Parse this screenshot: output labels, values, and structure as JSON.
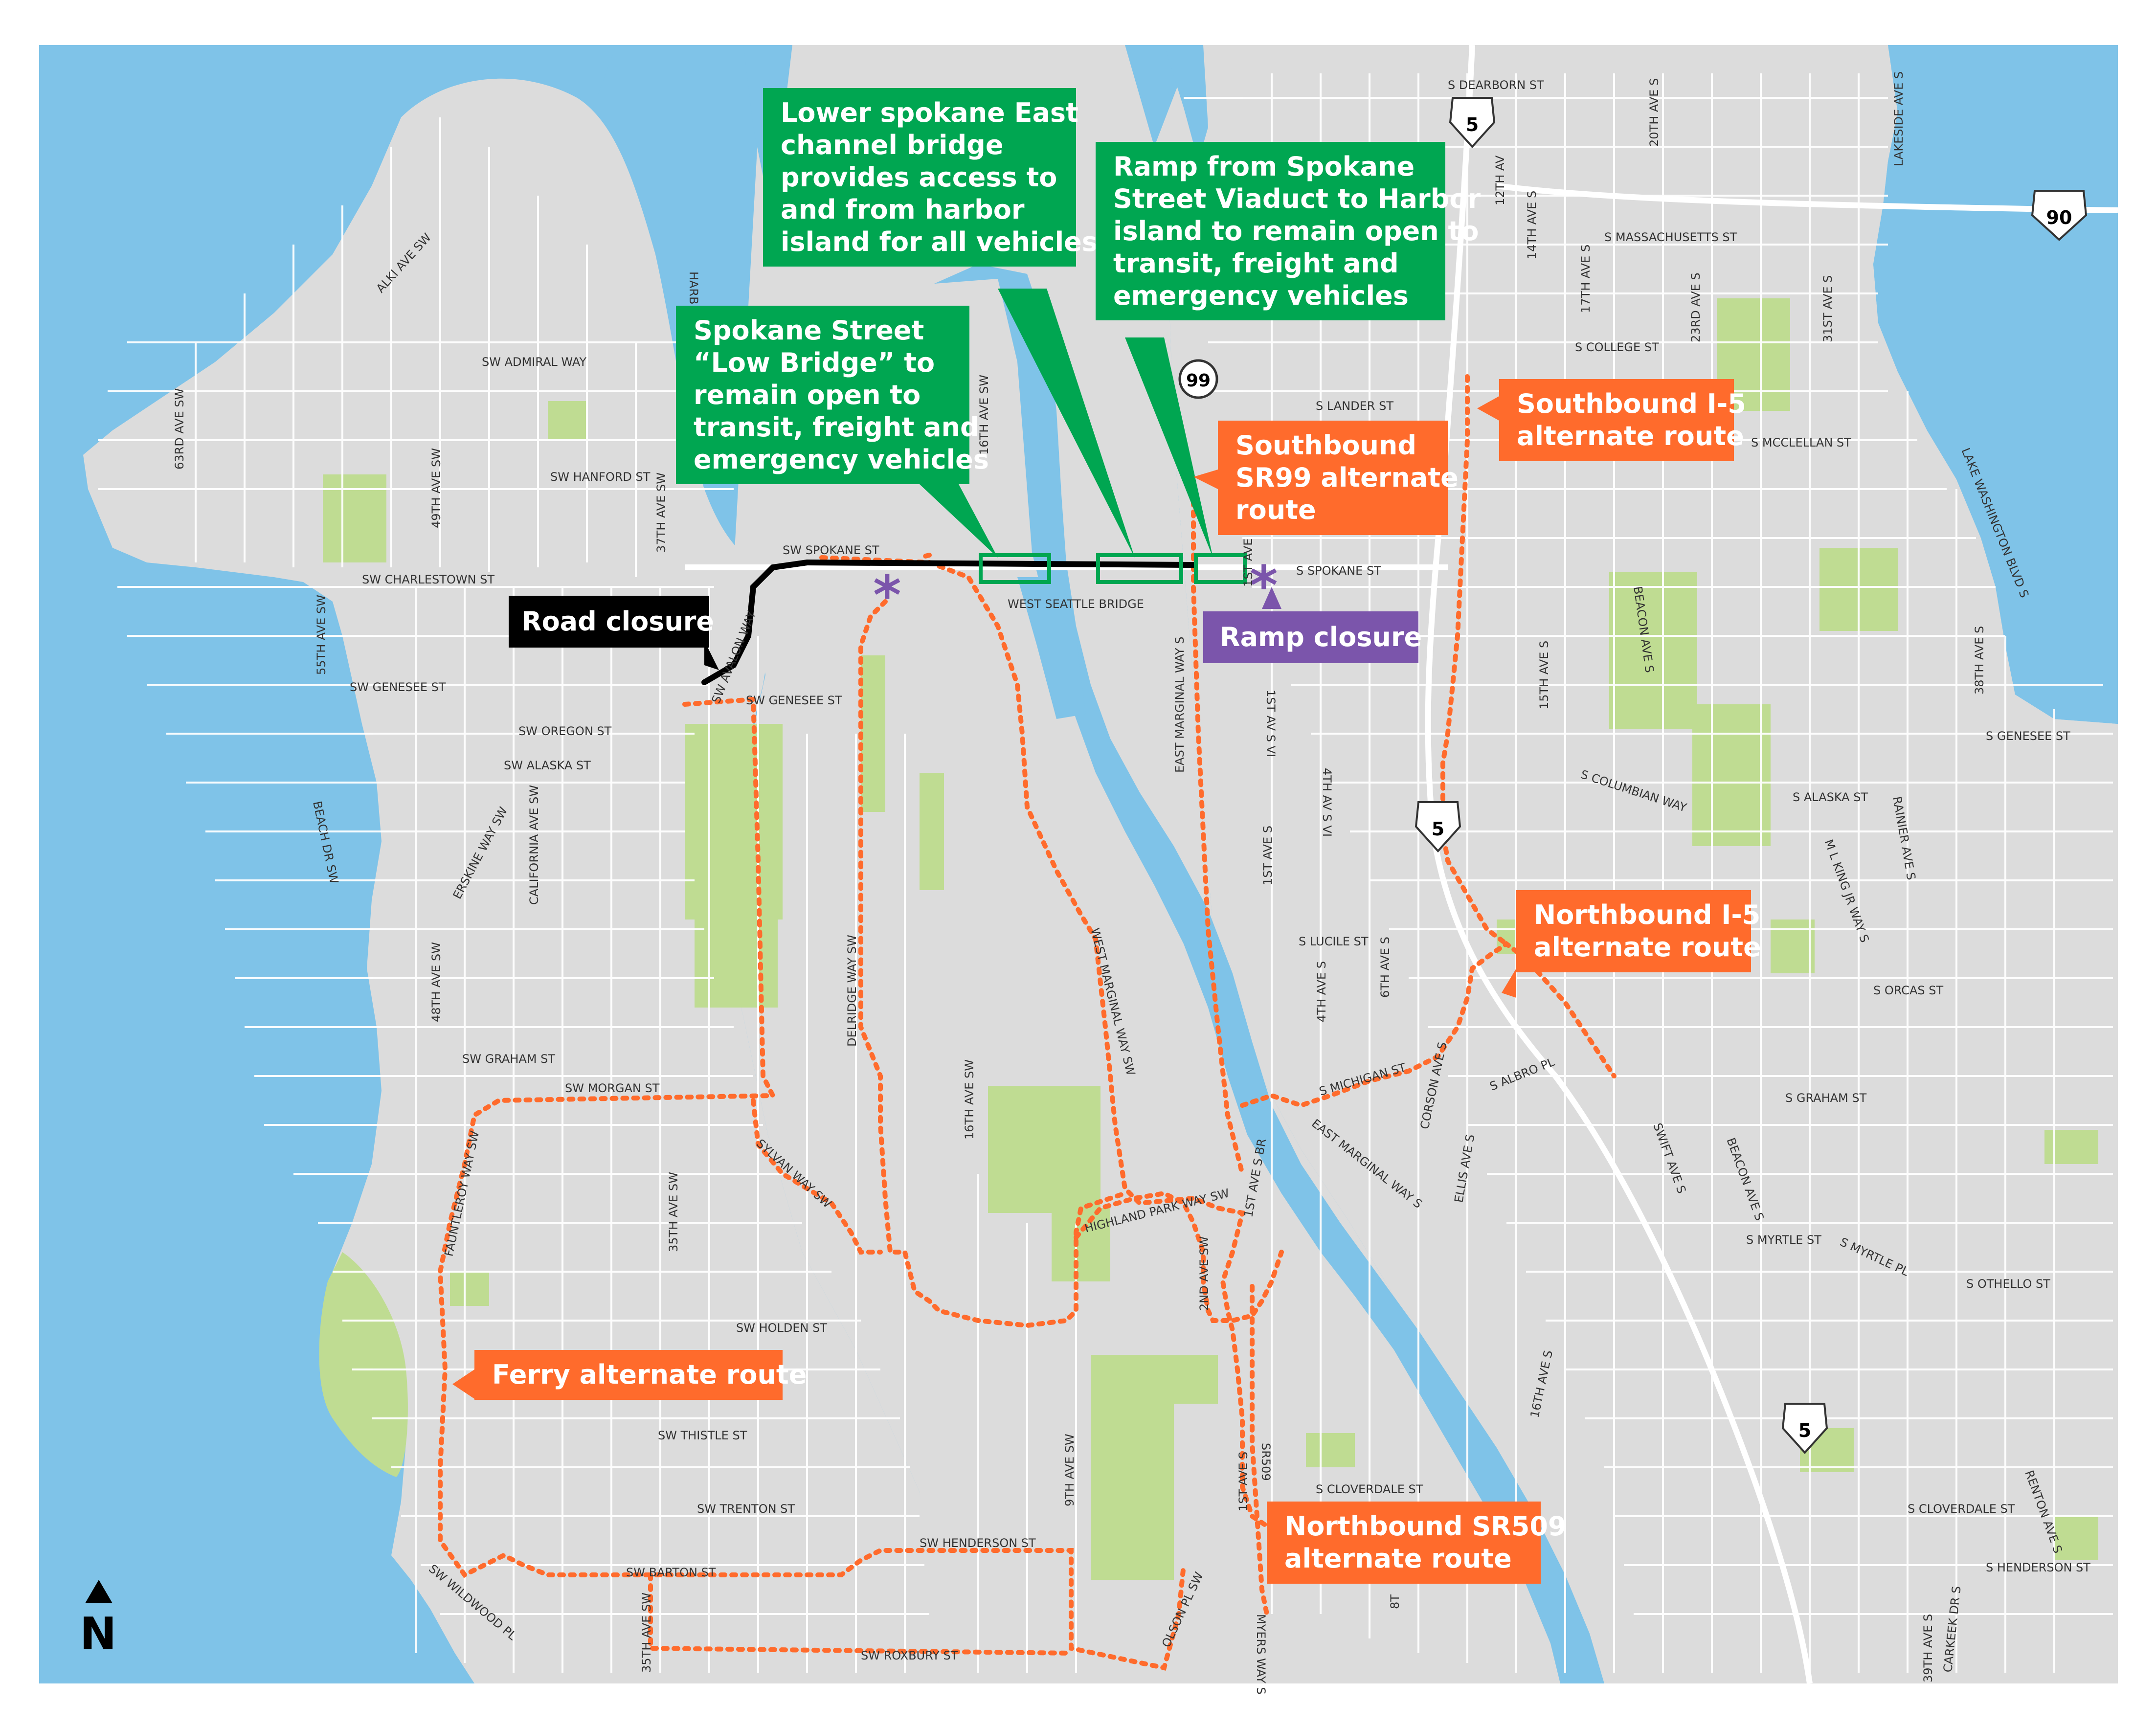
{
  "colors": {
    "water": "#7fc3e8",
    "land": "#dcdcdc",
    "park": "#bfdc92",
    "road": "#ffffff",
    "route_orange": "#ff6b2c",
    "callout_green": "#00a651",
    "closure_black": "#000000",
    "ramp_purple": "#7b55ab"
  },
  "north_arrow": {
    "label": "N"
  },
  "callouts": {
    "lower_bridge": {
      "lines": [
        "Lower spokane East",
        "channel bridge",
        "provides access to",
        "and from harbor",
        "island for all vehicles"
      ]
    },
    "low_bridge": {
      "lines": [
        "Spokane Street",
        "“Low Bridge” to",
        "remain open to",
        "transit, freight and",
        "emergency vehicles"
      ]
    },
    "viaduct_ramp": {
      "lines": [
        "Ramp from Spokane",
        "Street Viaduct to Harbor",
        "island to remain open to",
        "transit, freight and",
        "emergency vehicles"
      ]
    },
    "road_closure": {
      "lines": [
        "Road closure"
      ]
    },
    "ramp_closure": {
      "lines": [
        "Ramp closure"
      ]
    },
    "sb_sr99": {
      "lines": [
        "Southbound",
        "SR99 alternate",
        "route"
      ]
    },
    "sb_i5": {
      "lines": [
        "Southbound I-5",
        "alternate route"
      ]
    },
    "nb_i5": {
      "lines": [
        "Northbound I-5",
        "alternate route"
      ]
    },
    "ferry": {
      "lines": [
        "Ferry alternate route"
      ]
    },
    "nb_sr509": {
      "lines": [
        "Northbound SR509",
        "alternate route"
      ]
    }
  },
  "shields": {
    "i5_top": "5",
    "i5_mid": "5",
    "i5_bottom": "5",
    "i90": "90",
    "sr99": "99"
  },
  "street_labels": {
    "alki": "ALKI AVE SW",
    "admiral": "SW ADMIRAL WAY",
    "hanford": "SW HANFORD ST",
    "charlestown": "SW CHARLESTOWN ST",
    "genesee_w": "SW GENESEE ST",
    "oregon": "SW OREGON ST",
    "alaska_w": "SW ALASKA ST",
    "erskine": "ERSKINE WAY SW",
    "california": "CALIFORNIA AVE SW",
    "beach_dr": "BEACH DR SW",
    "ave63": "63RD AVE SW",
    "ave49": "49TH AVE SW",
    "ave55": "55TH AVE SW",
    "ave48": "48TH AVE SW",
    "ave37": "37TH AVE SW",
    "harbor": "HARB",
    "spokane_w": "SW SPOKANE ST",
    "avalon": "SW AVALON WAY",
    "genesee_mid": "SW GENESEE ST",
    "graham_w": "SW GRAHAM ST",
    "morgan": "SW MORGAN ST",
    "sylvan": "SYLVAN WAY SW",
    "delridge": "DELRIDGE WAY SW",
    "ave16_n": "16TH AVE SW",
    "ave16_s": "16TH AVE SW",
    "ave35_n": "35TH AVE SW",
    "ave35_s": "35TH AVE SW",
    "fauntleroy": "FAUNTLEROY WAY SW",
    "holden": "SW HOLDEN ST",
    "thistle": "SW THISTLE ST",
    "trenton": "SW TRENTON ST",
    "henderson_w": "SW HENDERSON ST",
    "barton": "SW BARTON ST",
    "roxbury": "SW ROXBURY ST",
    "wildwood": "SW WILDWOOD PL",
    "ave9": "9TH AVE SW",
    "olson": "OLSON PL SW",
    "myers": "MYERS WAY S",
    "ave1_s": "1ST AVE S",
    "sr509": "SR509",
    "west_seattle_bridge": "WEST SEATTLE BRIDGE",
    "west_marginal": "WEST MARGINAL WAY SW",
    "highland_park": "HIGHLAND PARK WAY SW",
    "ave2_sw": "2ND AVE SW",
    "ave1_br": "1ST AVE S BR",
    "east_marginal_n": "EAST MARGINAL WAY S",
    "east_marginal_s": "EAST MARGINAL WAY S",
    "ave1_vi": "1ST AV S VI",
    "ave4_vi": "4TH AV S VI",
    "spokane_e": "S SPOKANE ST",
    "lander": "S LANDER ST",
    "dearborn": "S DEARBORN ST",
    "massachusetts": "S MASSACHUSETTS ST",
    "college": "S COLLEGE ST",
    "mcclellan": "S MCCLELLAN ST",
    "ave12": "12TH AV",
    "ave14": "14TH AVE S",
    "ave17": "17TH AVE S",
    "ave20": "20TH AVE S",
    "ave23": "23RD AVE S",
    "ave31": "31ST AVE S",
    "lakeside": "LAKESIDE AVE S",
    "lake_wa": "LAKE WASHINGTON BLVD S",
    "ave15": "15TH AVE S",
    "beacon_n": "BEACON AVE S",
    "beacon_s": "BEACON AVE S",
    "ave38": "38TH AVE S",
    "genesee_e": "S GENESEE ST",
    "columbian": "S COLUMBIAN WAY",
    "alaska_e": "S ALASKA ST",
    "rainier": "RAINIER AVE S",
    "mlk": "M L KING JR WAY S",
    "orcas": "S ORCAS ST",
    "ave1_mid": "1ST AVE S",
    "lucile": "S LUCILE ST",
    "ave6": "6TH AVE S",
    "ave4": "4TH AVE S",
    "michigan": "S MICHIGAN ST",
    "corson": "CORSON AVE S",
    "ellis": "ELLIS AVE S",
    "albro": "S ALBRO PL",
    "graham_e": "S GRAHAM ST",
    "swift": "SWIFT AVE S",
    "myrtle_st": "S MYRTLE ST",
    "myrtle_pl": "S MYRTLE PL",
    "othello": "S OTHELLO ST",
    "ave16_e": "16TH AVE S",
    "cloverdale_e": "S CLOVERDALE ST",
    "cloverdale_w": "S CLOVERDALE ST",
    "renton": "RENTON AVE S",
    "henderson_e": "S HENDERSON ST",
    "carkeek": "CARKEEK DR S",
    "ave39": "39TH AVE S",
    "ave1_s2": "1ST AVE S",
    "ave8": "8T"
  }
}
